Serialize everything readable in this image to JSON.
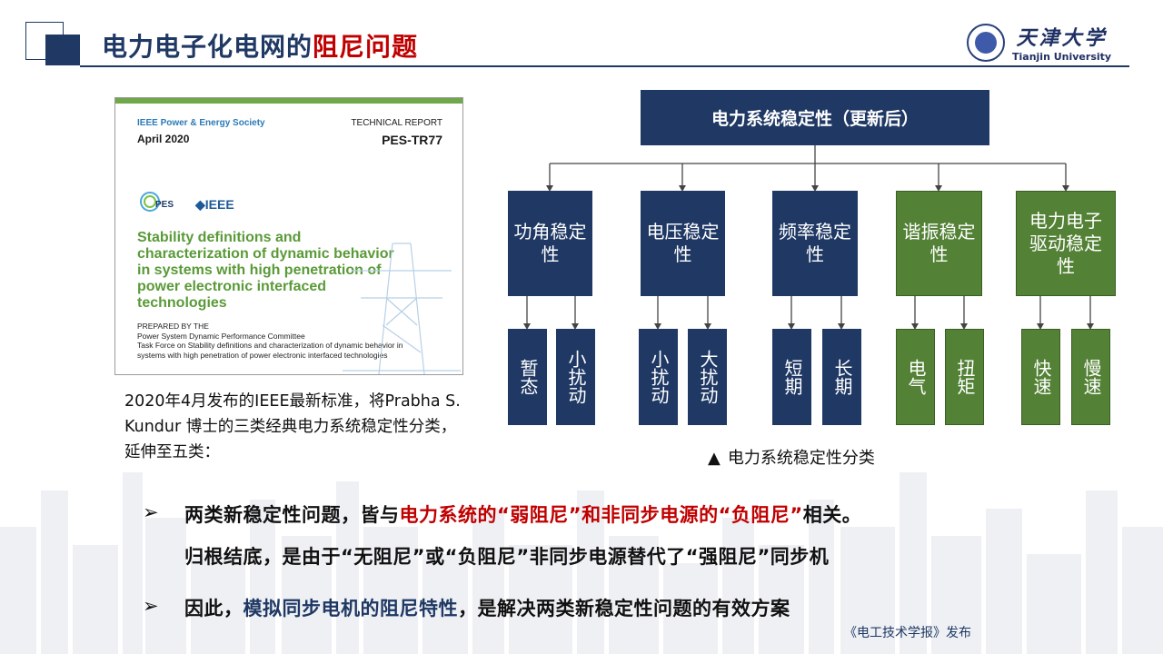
{
  "header": {
    "title_main": "电力电子化电网的",
    "title_highlight": "阻尼问题",
    "logo_cn": "天津大学",
    "logo_en": "Tianjin University"
  },
  "report": {
    "society": "IEEE Power & Energy Society",
    "date": "April 2020",
    "type": "TECHNICAL REPORT",
    "number": "PES-TR77",
    "pes_logo": "PES",
    "ieee_logo": "◆IEEE",
    "title": "Stability definitions and characterization of dynamic behavior in systems with high penetration of power electronic interfaced technologies",
    "prepared_label": "PREPARED BY THE",
    "prepared_by": "Power System Dynamic Performance Committee",
    "task_force": "Task Force on Stability definitions and characterization of dynamic behavior in systems with high penetration of power electronic interfaced technologies"
  },
  "left_caption": "2020年4月发布的IEEE最新标准，将Prabha S. Kundur 博士的三类经典电力系统稳定性分类，延伸至五类：",
  "diagram": {
    "root": "电力系统稳定性（更新后）",
    "categories": [
      {
        "label": "功角稳定性",
        "color": "#1f3864",
        "subs": [
          "暂态",
          "小扰动"
        ]
      },
      {
        "label": "电压稳定性",
        "color": "#1f3864",
        "subs": [
          "小扰动",
          "大扰动"
        ]
      },
      {
        "label": "频率稳定性",
        "color": "#1f3864",
        "subs": [
          "短期",
          "长期"
        ]
      },
      {
        "label": "谐振稳定性",
        "color": "#538135",
        "subs": [
          "电气",
          "扭矩"
        ]
      },
      {
        "label": "电力电子驱动稳定性",
        "color": "#538135",
        "subs": [
          "快速",
          "慢速"
        ]
      }
    ],
    "legend_symbol": "▲",
    "legend": "电力系统稳定性分类"
  },
  "bullets": {
    "marker": "➢",
    "b1_prefix": "两类新稳定性问题，皆与",
    "b1_red": "电力系统的“弱阻尼”和非同步电源的“负阻尼”",
    "b1_suffix": "相关。",
    "b1_line2": "归根结底，是由于“无阻尼”或“负阻尼”非同步电源替代了“强阻尼”同步机",
    "b2_prefix": "因此，",
    "b2_blue": "模拟同步电机的阻尼特性",
    "b2_suffix": "，是解决两类新稳定性问题的有效方案"
  },
  "source": "《电工技术学报》发布",
  "colors": {
    "navy": "#1f3864",
    "green": "#538135",
    "red": "#c00000"
  }
}
